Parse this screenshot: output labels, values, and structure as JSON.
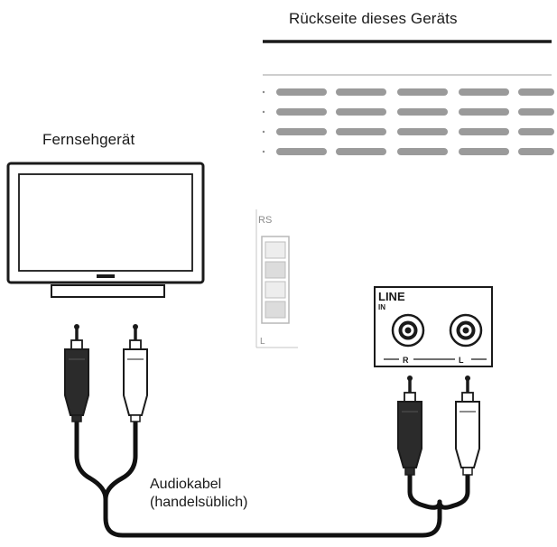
{
  "labels": {
    "device_rear": "Rückseite dieses Geräts",
    "tv": "Fernsehgerät",
    "cable_line1": "Audiokabel",
    "cable_line2": "(handelsüblich)"
  },
  "panel": {
    "line_label": "LINE",
    "in_label": "IN",
    "right_label": "R",
    "left_label": "L",
    "side_label_top": "RS",
    "side_label_bottom": "L"
  },
  "colors": {
    "ink": "#1a1a1a",
    "vent_slot": "#9a9a9a",
    "plug_dark": "#2b2b2b",
    "plug_light": "#ffffff",
    "cable": "#111111"
  }
}
